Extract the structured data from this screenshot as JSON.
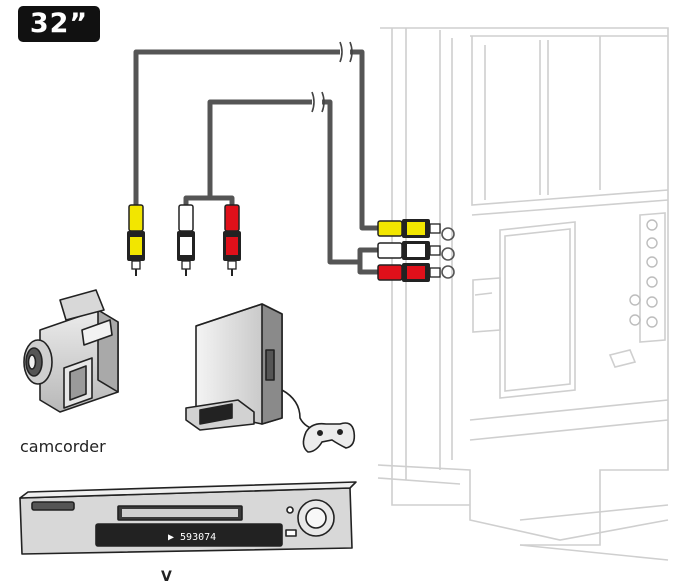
{
  "header": {
    "size_badge": "32”"
  },
  "devices": {
    "camcorder_label": "camcorder",
    "vcr_label": "V",
    "vcr_display": "▶ 593074"
  },
  "plugs": {
    "video_color": "#f2e600",
    "audio_left_color": "#ffffff",
    "audio_right_color": "#e0101a"
  }
}
